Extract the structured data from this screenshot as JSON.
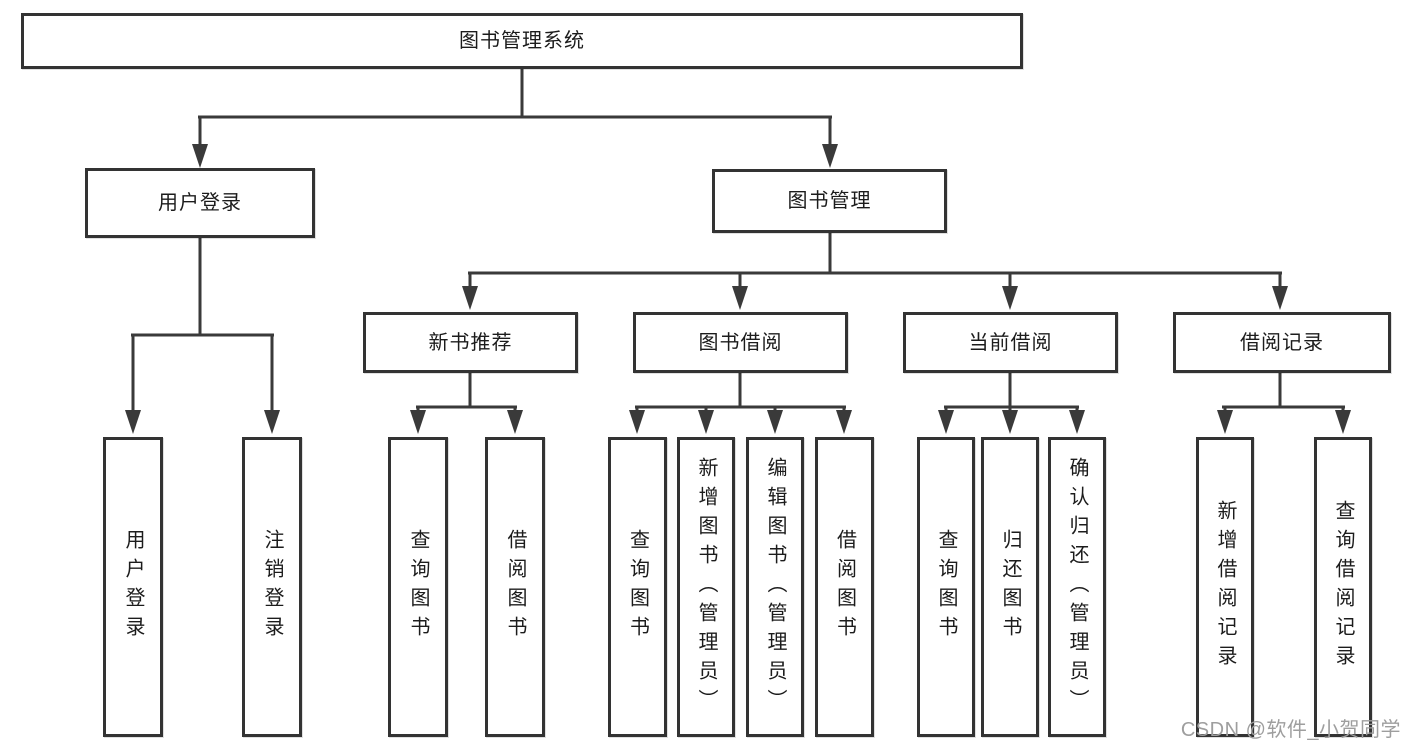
{
  "diagram_title": "图书管理系统",
  "watermark": "CSDN @软件_小贺同学",
  "tree": {
    "root": {
      "label": "图书管理系统"
    },
    "branches": [
      {
        "label": "用户登录",
        "children": [
          {
            "label": "用户登录"
          },
          {
            "label": "注销登录"
          }
        ]
      },
      {
        "label": "图书管理",
        "children": [
          {
            "label": "新书推荐",
            "children": [
              {
                "label": "查询图书"
              },
              {
                "label": "借阅图书"
              }
            ]
          },
          {
            "label": "图书借阅",
            "children": [
              {
                "label": "查询图书"
              },
              {
                "label": "新增图书（管理员）"
              },
              {
                "label": "编辑图书（管理员）"
              },
              {
                "label": "借阅图书"
              }
            ]
          },
          {
            "label": "当前借阅",
            "children": [
              {
                "label": "查询图书"
              },
              {
                "label": "归还图书"
              },
              {
                "label": "确认归还（管理员）"
              }
            ]
          },
          {
            "label": "借阅记录",
            "children": [
              {
                "label": "新增借阅记录"
              },
              {
                "label": "查询借阅记录"
              }
            ]
          }
        ]
      }
    ]
  }
}
